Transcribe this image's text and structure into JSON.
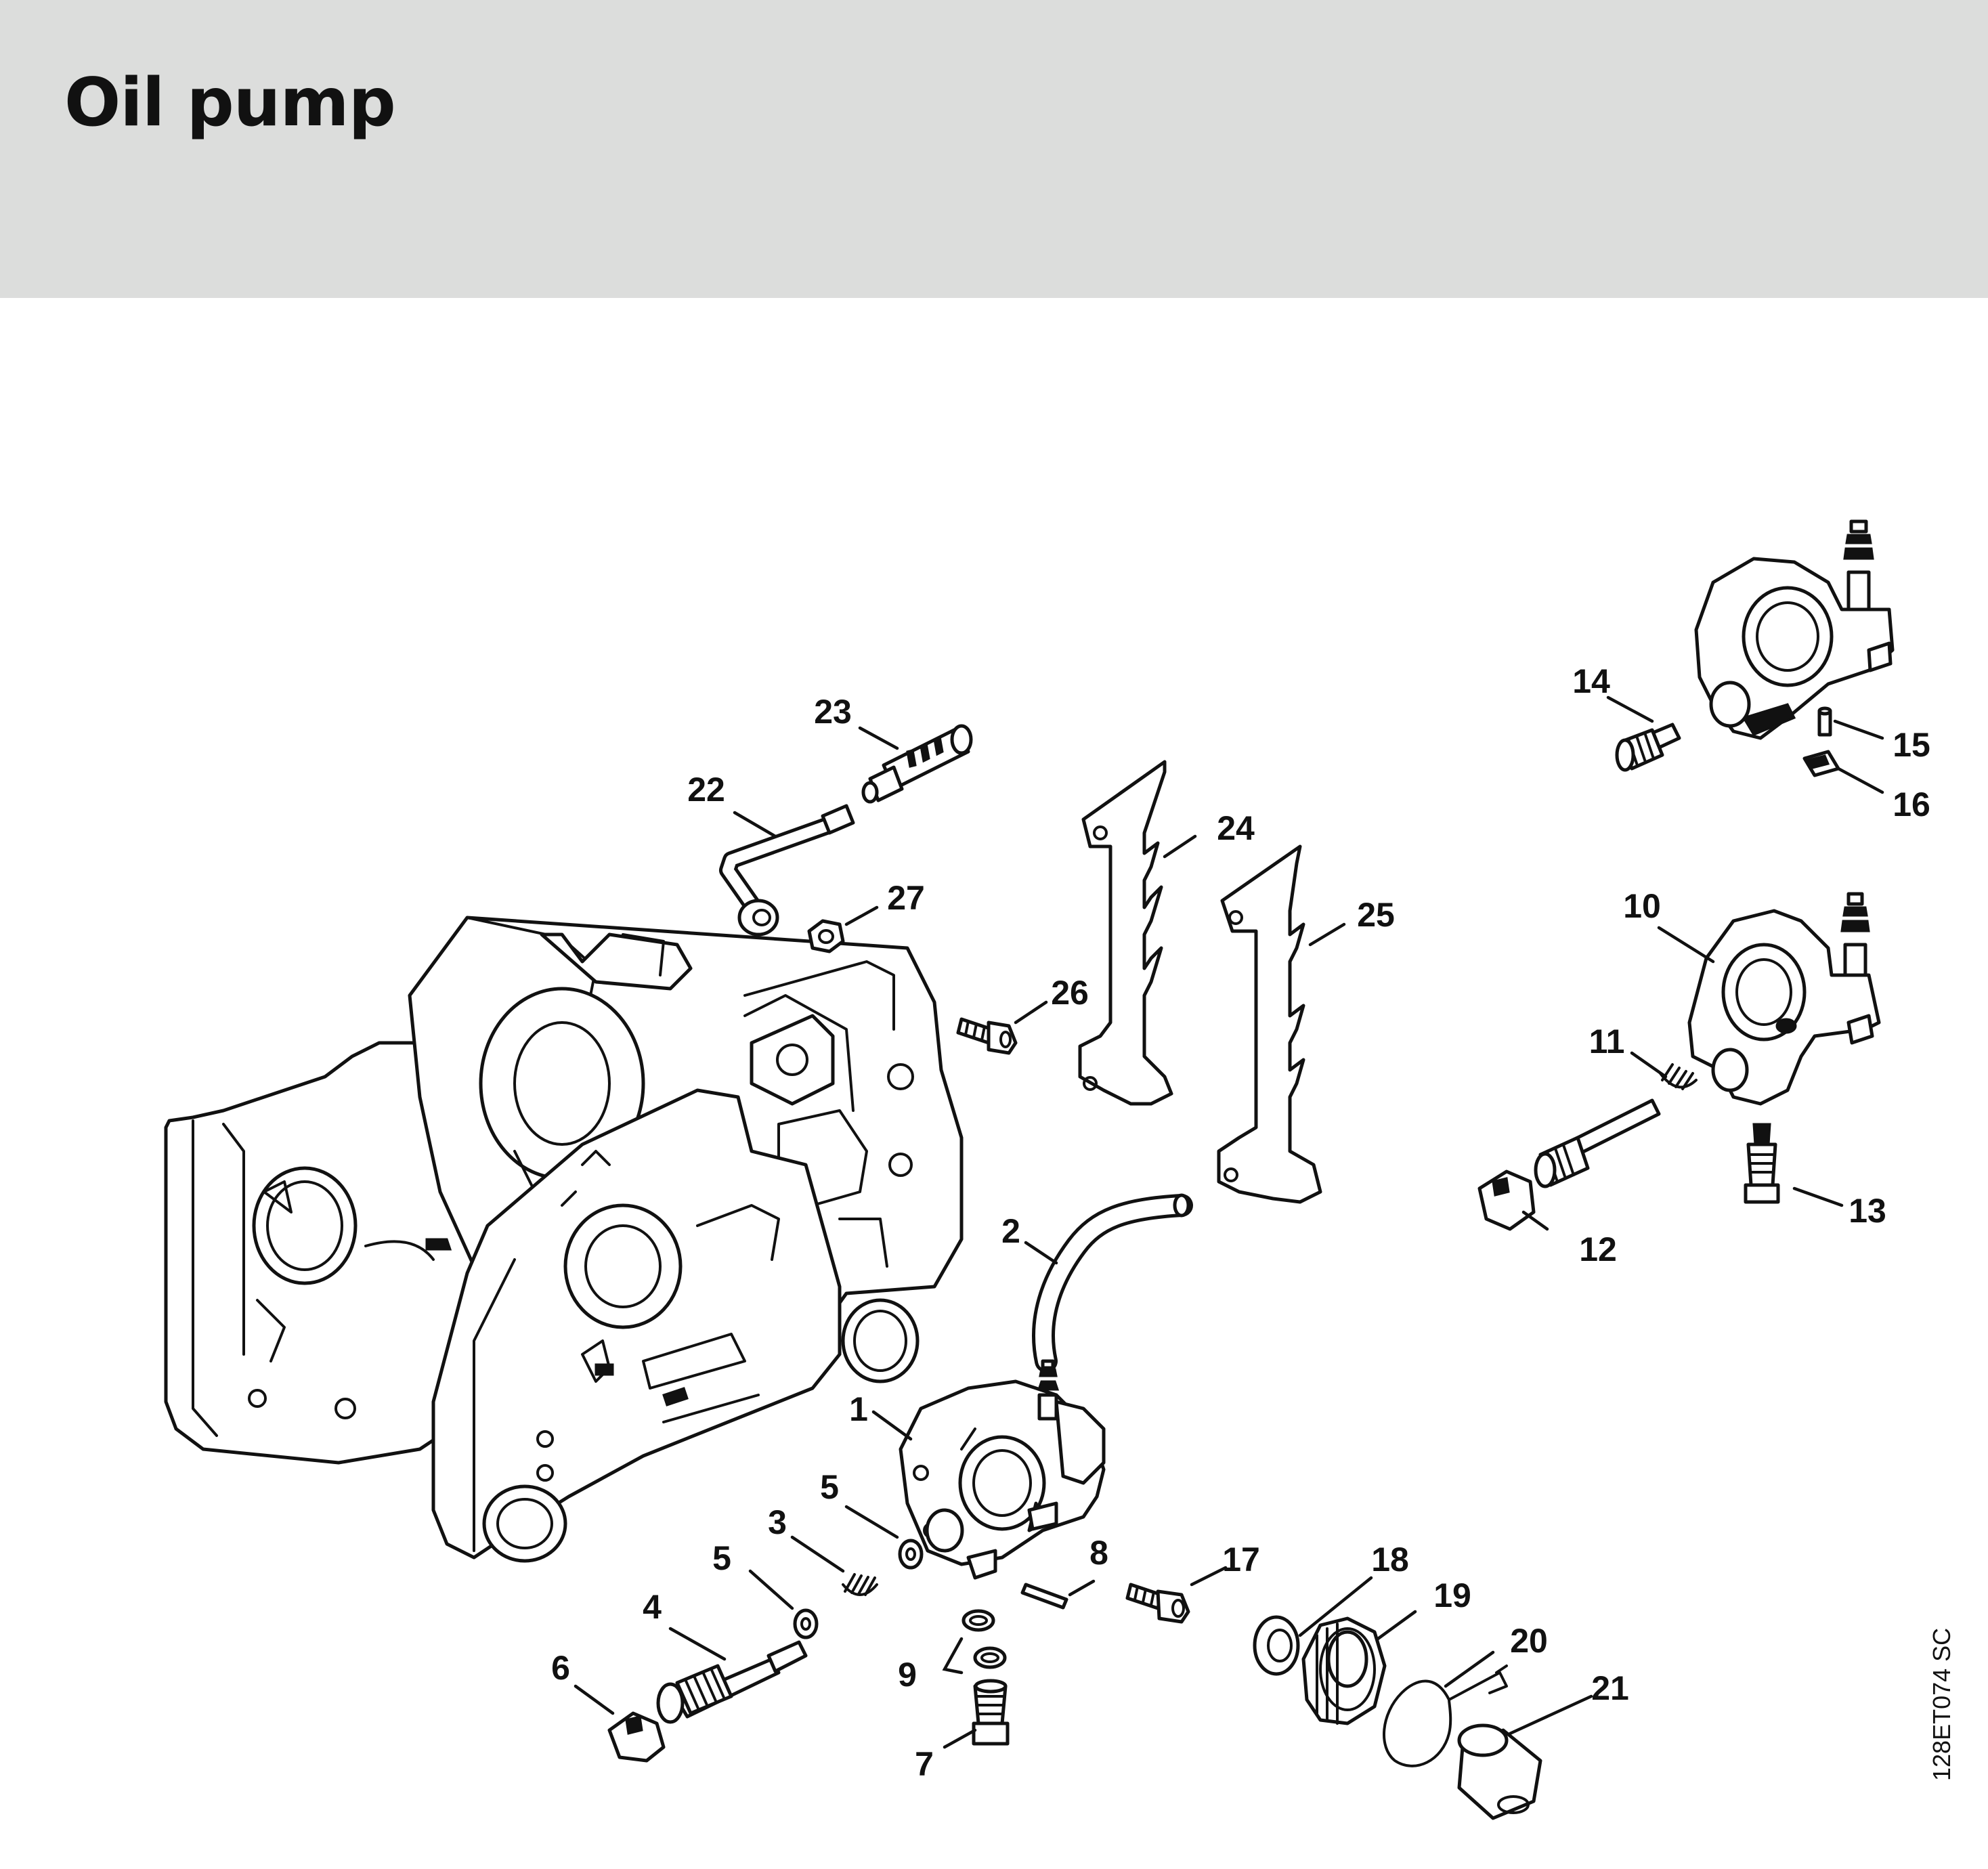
{
  "title": "Oil pump",
  "reference_code": "128ET074 SC",
  "callouts": [
    {
      "id": "c1",
      "label": "1"
    },
    {
      "id": "c2",
      "label": "2"
    },
    {
      "id": "c3",
      "label": "3"
    },
    {
      "id": "c4",
      "label": "4"
    },
    {
      "id": "c5a",
      "label": "5"
    },
    {
      "id": "c5b",
      "label": "5"
    },
    {
      "id": "c6",
      "label": "6"
    },
    {
      "id": "c7",
      "label": "7"
    },
    {
      "id": "c8",
      "label": "8"
    },
    {
      "id": "c9",
      "label": "9"
    },
    {
      "id": "c10",
      "label": "10"
    },
    {
      "id": "c11",
      "label": "11"
    },
    {
      "id": "c12",
      "label": "12"
    },
    {
      "id": "c13",
      "label": "13"
    },
    {
      "id": "c14",
      "label": "14"
    },
    {
      "id": "c15",
      "label": "15"
    },
    {
      "id": "c16",
      "label": "16"
    },
    {
      "id": "c17",
      "label": "17"
    },
    {
      "id": "c18",
      "label": "18"
    },
    {
      "id": "c19",
      "label": "19"
    },
    {
      "id": "c20",
      "label": "20"
    },
    {
      "id": "c21",
      "label": "21"
    },
    {
      "id": "c22",
      "label": "22"
    },
    {
      "id": "c23",
      "label": "23"
    },
    {
      "id": "c24",
      "label": "24"
    },
    {
      "id": "c25",
      "label": "25"
    },
    {
      "id": "c26",
      "label": "26"
    },
    {
      "id": "c27",
      "label": "27"
    }
  ]
}
